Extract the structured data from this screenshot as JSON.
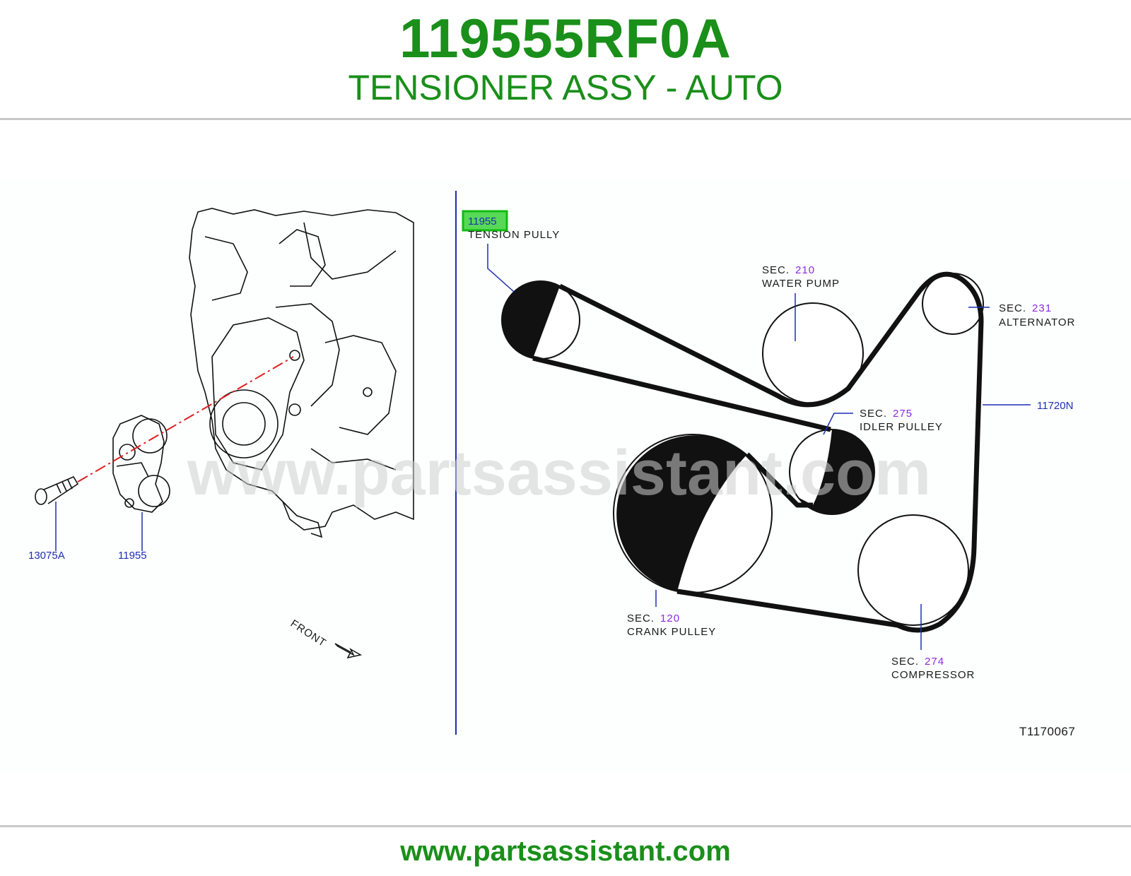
{
  "header": {
    "part_number": "119555RF0A",
    "description": "TENSIONER ASSY - AUTO"
  },
  "footer": {
    "url": "www.partsassistant.com"
  },
  "diagram": {
    "watermark": "www.partsassistant.com",
    "drawing_code": "T1170067",
    "front_label": "FRONT",
    "left_callouts": [
      {
        "ref": "13075A"
      },
      {
        "ref": "11955"
      }
    ],
    "tension_pulley": {
      "ref": "11955",
      "label": "TENSION   PULLY",
      "highlighted": true
    },
    "belt": {
      "ref": "11720N"
    },
    "sections": [
      {
        "sec": "SEC.",
        "num": "210",
        "label": "WATER   PUMP"
      },
      {
        "sec": "SEC.",
        "num": "231",
        "label": "ALTERNATOR"
      },
      {
        "sec": "SEC.",
        "num": "275",
        "label": "IDLER   PULLEY"
      },
      {
        "sec": "SEC.",
        "num": "120",
        "label": "CRANK   PULLEY"
      },
      {
        "sec": "SEC.",
        "num": "274",
        "label": "COMPRESSOR"
      }
    ],
    "colors": {
      "title_green": "#1a8f1a",
      "ref_blue": "#1e2fb0",
      "sec_purple": "#8a2be2",
      "highlight": "#57d957"
    }
  }
}
